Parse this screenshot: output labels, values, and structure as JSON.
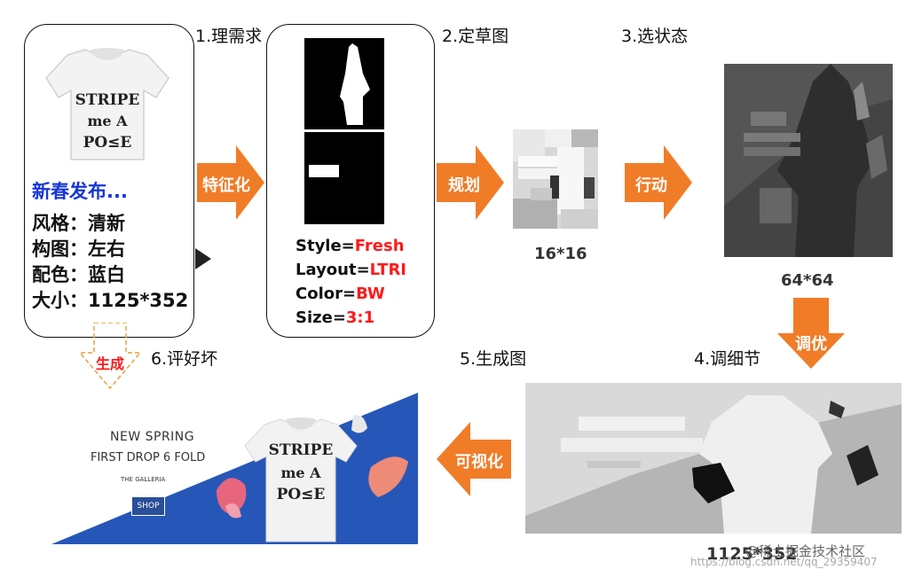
{
  "steps": {
    "s1": "1.理需求",
    "s2": "2.定草图",
    "s3": "3.选状态",
    "s4": "4.调细节",
    "s5": "5.生成图",
    "s6": "6.评好坏"
  },
  "arrows": {
    "feature": "特征化",
    "plan": "规划",
    "act": "行动",
    "tune": "调优",
    "visualize": "可视化",
    "generate": "生成"
  },
  "requirement": {
    "title": "新春发布...",
    "rows": [
      {
        "key": "风格：",
        "value": "清新"
      },
      {
        "key": "构图：",
        "value": "左右"
      },
      {
        "key": "配色：",
        "value": "蓝白"
      },
      {
        "key": "大小：",
        "value": "1125*352"
      }
    ],
    "shirt_lines": [
      "STRIPE",
      "me A",
      "PO≤E"
    ]
  },
  "sketch_params": [
    {
      "key": "Style=",
      "value": "Fresh"
    },
    {
      "key": "Layout=",
      "value": "LTRI"
    },
    {
      "key": "Color=",
      "value": "BW"
    },
    {
      "key": "Size=",
      "value": "3:1"
    }
  ],
  "sizes": {
    "s16": "16*16",
    "s64": "64*64",
    "s1125": "1125*352"
  },
  "banner": {
    "line1": "NEW SPRING",
    "line2": "FIRST DROP 6 FOLD",
    "line3": "THE GALLERIA",
    "cta": "SHOP",
    "shirt_lines": [
      "STRIPE",
      "me A",
      "PO≤E"
    ]
  },
  "watermark": "@稀土掘金技术社区",
  "watermark_url": "https://blog.csdn.net/qq_29359407",
  "colors": {
    "arrow": "#f07c28",
    "banner_blue": "#2657b8",
    "title_blue": "#1736d6"
  }
}
